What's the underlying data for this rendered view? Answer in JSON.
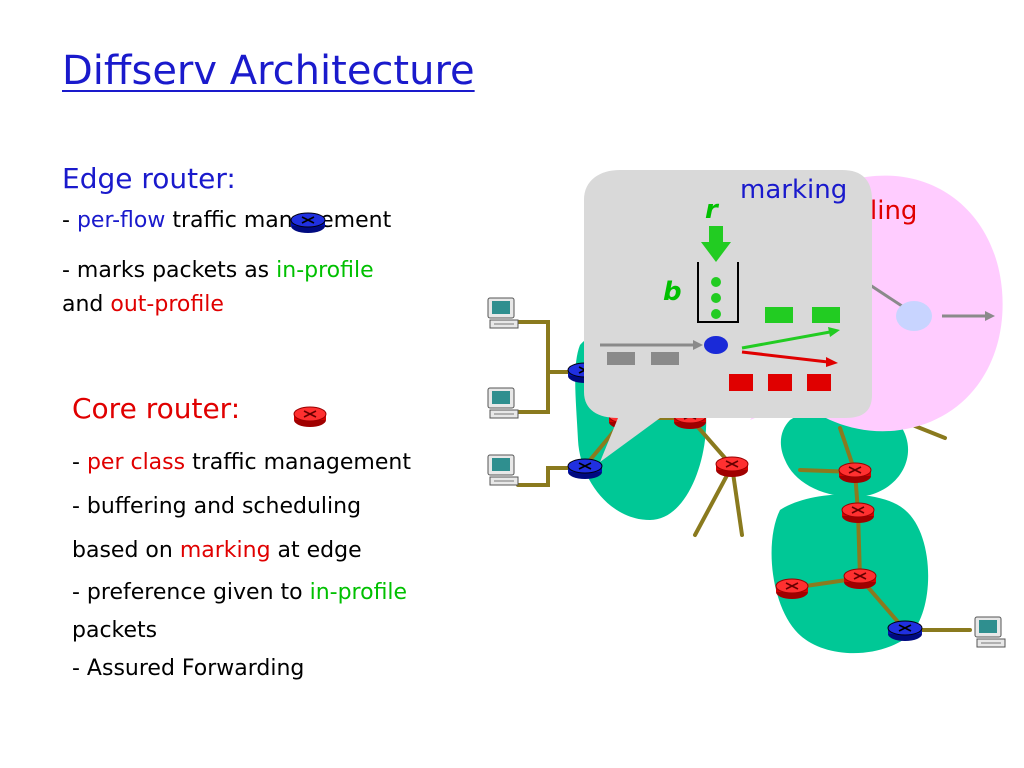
{
  "title": "Diffserv Architecture",
  "edge": {
    "heading": "Edge router:",
    "line1": {
      "dash": "- ",
      "emph": "per-flow",
      "rest": " traffic management"
    },
    "line2": {
      "pre": "- marks packets as ",
      "in": "in-profile"
    },
    "line3": {
      "pre": "and ",
      "out": "out-profile"
    }
  },
  "core": {
    "heading": "Core router:",
    "line1": {
      "dash": "- ",
      "emph": "per class",
      "rest": " traffic management"
    },
    "line2": "- buffering and scheduling",
    "line3": {
      "pre": "based on ",
      "emph": "marking",
      "rest": " at edge"
    },
    "line4": {
      "pre": "- preference given to ",
      "emph": "in-profile"
    },
    "line5": "packets",
    "line6": "- Assured Forwarding"
  },
  "callouts": {
    "marking": "marking",
    "scheduling_partial": "ling",
    "r": "r",
    "b": "b"
  },
  "colors": {
    "title": "#1a1acc",
    "text": "#000000",
    "accent_blue": "#1a1acc",
    "accent_green": "#00c000",
    "accent_red": "#e00000",
    "network_cloud": "#00c896",
    "bubble_gray": "#d9d9d9",
    "bubble_pink": "#ffccff",
    "link": "#8a7a1e",
    "edge_router": "#1a1acc",
    "core_router": "#e01010"
  },
  "icons": [
    "computer-icon",
    "edge-router-icon",
    "core-router-icon",
    "packet-icon"
  ]
}
